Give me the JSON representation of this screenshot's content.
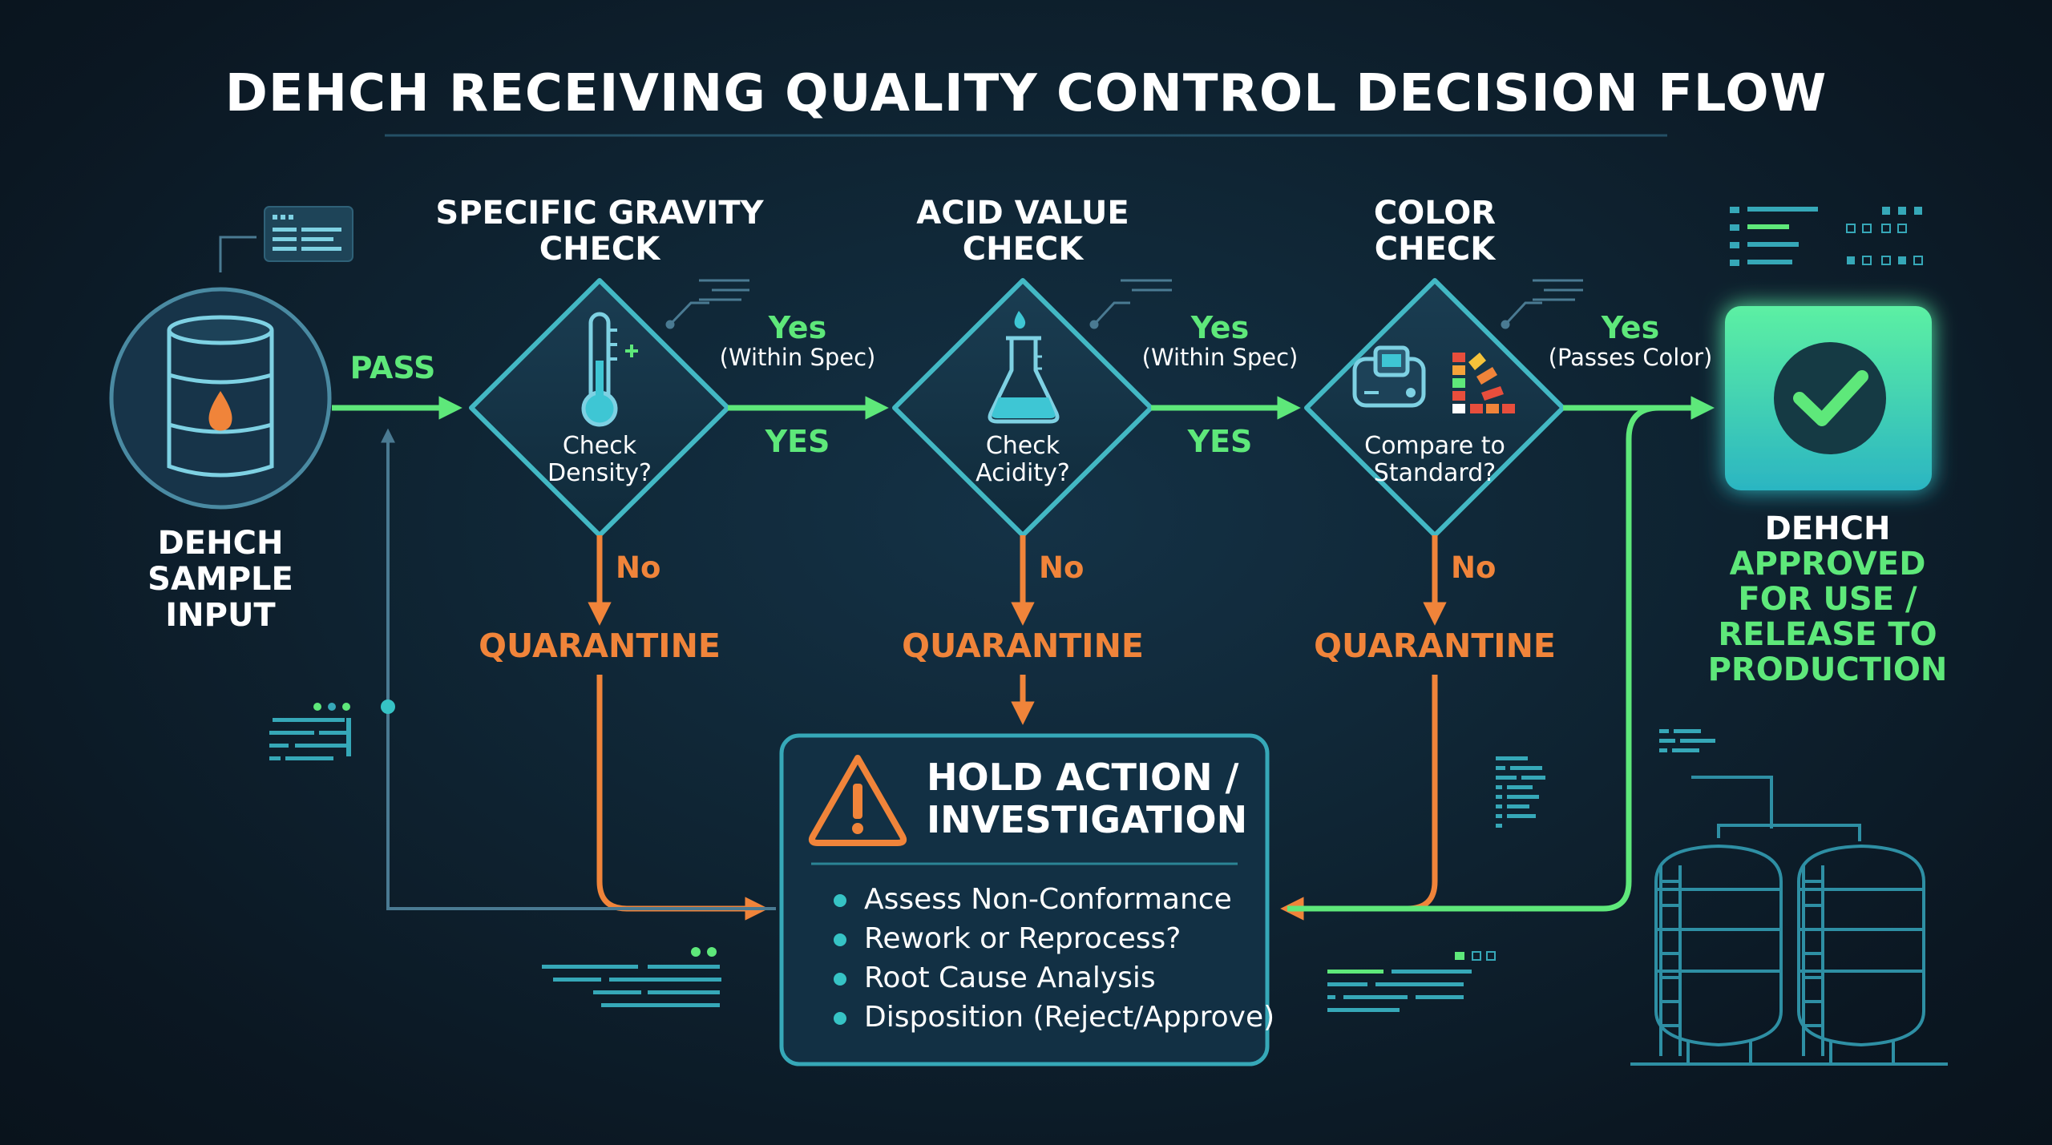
{
  "title": "DEHCH RECEIVING QUALITY CONTROL DECISION FLOW",
  "input": {
    "label_lines": [
      "DEHCH",
      "SAMPLE",
      "INPUT"
    ],
    "edge_label": "PASS",
    "icon": "oil-barrel-icon"
  },
  "checks": [
    {
      "title_lines": [
        "SPECIFIC GRAVITY",
        "CHECK"
      ],
      "question_lines": [
        "Check",
        "Density?"
      ],
      "icon": "thermometer-icon",
      "yes_label": "Yes",
      "yes_sub": "(Within Spec)",
      "yes_caps": "YES",
      "no_label": "No",
      "fail_label": "QUARANTINE"
    },
    {
      "title_lines": [
        "ACID VALUE",
        "CHECK"
      ],
      "question_lines": [
        "Check",
        "Acidity?"
      ],
      "icon": "flask-icon",
      "yes_label": "Yes",
      "yes_sub": "(Within Spec)",
      "yes_caps": "YES",
      "no_label": "No",
      "fail_label": "QUARANTINE"
    },
    {
      "title_lines": [
        "COLOR",
        "CHECK"
      ],
      "question_lines": [
        "Compare to",
        "Standard?"
      ],
      "icon": "color-meter-icon",
      "yes_label": "Yes",
      "yes_sub": "(Passes Color)",
      "no_label": "No",
      "fail_label": "QUARANTINE"
    }
  ],
  "approved": {
    "line1": "DEHCH",
    "rest_lines": [
      "APPROVED",
      "FOR USE /",
      "RELEASE TO",
      "PRODUCTION"
    ],
    "icon": "checkmark-icon"
  },
  "hold": {
    "title_lines": [
      "HOLD ACTION /",
      "INVESTIGATION"
    ],
    "icon": "warning-icon",
    "items": [
      "Assess Non-Conformance",
      "Rework or Reprocess?",
      "Root Cause Analysis",
      "Disposition (Reject/Approve)"
    ]
  },
  "colors": {
    "green": "#5ee87a",
    "orange": "#f0843a",
    "teal": "#36c3c5",
    "steel_blue": "#4a7a92",
    "background": "#0f2534"
  }
}
